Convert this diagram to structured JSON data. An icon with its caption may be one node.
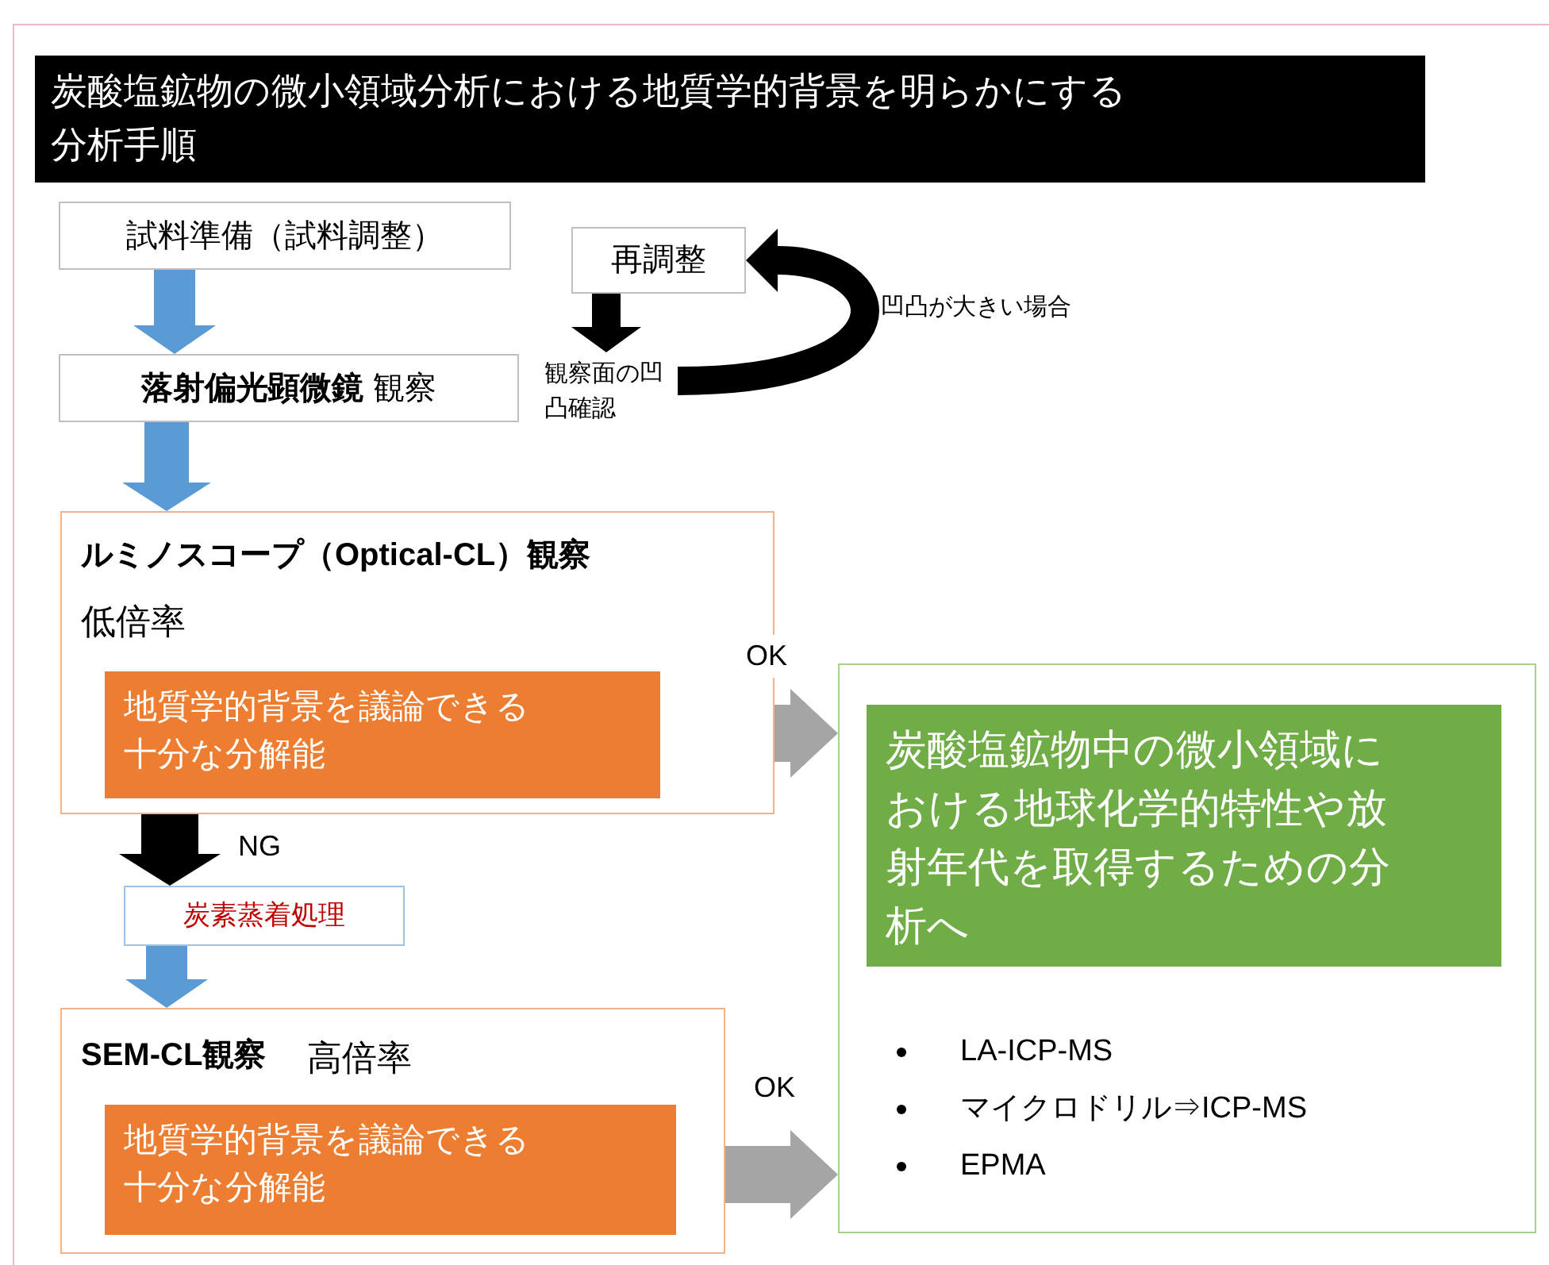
{
  "diagram": {
    "nodes": [
      {
        "text": [
          "炭酸塩鉱物の微小領域分析における地質学的背景を明らかにする分析手順"
        ]
      },
      {
        "text": [
          "試料準備（試料調整）"
        ]
      },
      {
        "text": [
          "**落射偏光顕微鏡** 観察"
        ]
      },
      {
        "text": [
          "再調整"
        ]
      },
      {
        "text": [
          "観察面の凹凸確認"
        ]
      },
      {
        "text": [
          "ルミノスコープ（Optical-CL）観察",
          "低倍率"
        ]
      },
      {
        "text": [
          "地質学的背景を議論できる十分な分解能"
        ],
        "in": 5
      },
      {
        "text": [
          "炭素蒸着処理"
        ]
      },
      {
        "text": [
          "SEM-CL観察",
          "高倍率"
        ]
      },
      {
        "text": [
          "地質学的背景を議論できる十分な分解能"
        ],
        "in": 8
      },
      {
        "text": [
          "LA-ICP-MS",
          "マイクロドリル⇒ICP-MS",
          "EPMA"
        ]
      },
      {
        "text": [
          "炭酸塩鉱物中の微小領域における地球化学的特性や放射年代を取得するための分析へ"
        ],
        "in": 10
      }
    ],
    "edges": [
      {
        "from": 1,
        "to": 2,
        "arrow": "to",
        "color": "#5b9bd5"
      },
      {
        "from": 3,
        "to": 4,
        "arrow": "to",
        "color": "#000000"
      },
      {
        "from": 4,
        "to": 3,
        "arrow": "to",
        "label": "凹凸が大きい場合",
        "color": "#000000"
      },
      {
        "from": 2,
        "to": 5,
        "arrow": "to",
        "color": "#5b9bd5"
      },
      {
        "from": 6,
        "to": 10,
        "arrow": "to",
        "label": "OK",
        "color": "#a5a5a5"
      },
      {
        "from": 5,
        "to": 7,
        "arrow": "to",
        "label": "NG",
        "color": "#000000"
      },
      {
        "from": 7,
        "to": 8,
        "arrow": "to",
        "color": "#5b9bd5"
      },
      {
        "from": 9,
        "to": 10,
        "arrow": "to",
        "label": "OK",
        "color": "#a5a5a5"
      }
    ]
  }
}
